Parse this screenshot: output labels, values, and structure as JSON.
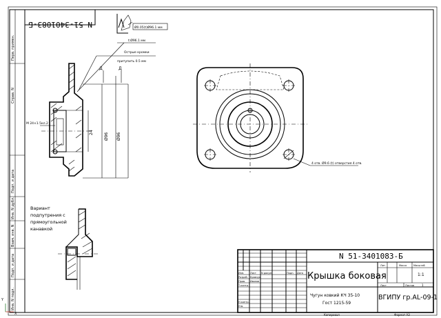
{
  "drawing": {
    "mirrored_code": "N 51-3401083-Б",
    "doc_code": "N 51-3401083-Б",
    "part_name": "Крышка боковая",
    "material_line1": "Чугун ковкий КЧ 35-10",
    "material_line2": "Гост 1215-59",
    "organization": "ВГИПУ гр.АL-09-1",
    "lit_header": "Лит.",
    "mass_header": "Масса",
    "scale_header": "Масштаб",
    "scale_value": "1:1",
    "sheet_label": "Лист",
    "sheets_label": "Листов",
    "sheets_value": "1",
    "title_roles": [
      "Изм.",
      "Разраб.",
      "Пров.",
      "Т.контр.",
      "Н.контр.",
      "Утв."
    ],
    "title_col_headers": [
      "Лист",
      "N докум.",
      "Подп.",
      "Дата"
    ],
    "names": [
      "Кравчук",
      "Иванов"
    ],
    "bottom_left": "Копировал",
    "bottom_right": "Формат А3",
    "side_stamps": [
      "Перв. примен.",
      "Справ. N",
      "Подп. и дата",
      "Инв. N дубл.",
      "Взам. инв. N",
      "Подп. и дата",
      "Инв. N подл."
    ],
    "tolerance_text": "Ø0.05(t)Ø96.1 мм",
    "tolerance_text2": "t:Ø96.1 мм",
    "note_line1": "Острые кромки",
    "note_line2": "притупить 0.5 мм",
    "thread_label": "М 24×1.5кл.2",
    "dim_24": "24",
    "dim_96": "Ø96",
    "dim_96b": "Ø96",
    "hole_note": "4 отв. Ø9.6 (t) отверстия 4 отв.",
    "variant_line1": "Вариант",
    "variant_line2": "подпутрения с",
    "variant_line3": "прямоугольной",
    "variant_line4": "канавкой",
    "section_marks": [
      "Д",
      "Д"
    ],
    "axis_labels": [
      "Y",
      "X"
    ]
  }
}
